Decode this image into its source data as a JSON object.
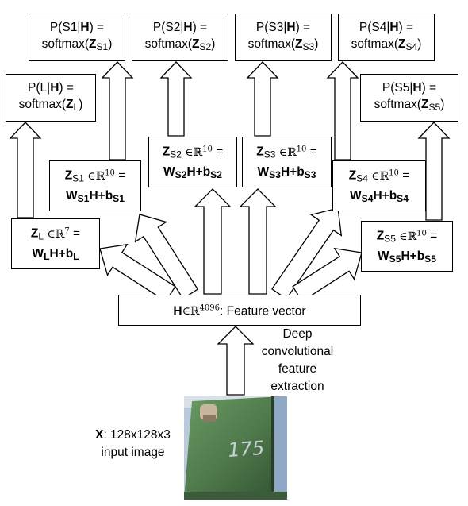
{
  "top_outputs": [
    {
      "var": "S1",
      "z": "Z",
      "sub": "S1"
    },
    {
      "var": "S2",
      "z": "Z",
      "sub": "S2"
    },
    {
      "var": "S3",
      "z": "Z",
      "sub": "S3"
    },
    {
      "var": "S4",
      "z": "Z",
      "sub": "S4"
    }
  ],
  "side_outputs": {
    "L": {
      "var": "L",
      "sub": "L"
    },
    "S5": {
      "var": "S5",
      "sub": "S5"
    }
  },
  "prob_text": {
    "p_open": "P(",
    "bar": "|",
    "h": "H",
    "close": ") =",
    "softmax": "softmax(",
    "paren_close": ")"
  },
  "linear_layers": [
    {
      "id": "zl",
      "sub": "L",
      "dim": "7"
    },
    {
      "id": "zs1",
      "sub": "S1",
      "dim": "10"
    },
    {
      "id": "zs2",
      "sub": "S2",
      "dim": "10"
    },
    {
      "id": "zs3",
      "sub": "S3",
      "dim": "10"
    },
    {
      "id": "zs4",
      "sub": "S4",
      "dim": "10"
    },
    {
      "id": "zs5",
      "sub": "S5",
      "dim": "10"
    }
  ],
  "linear_text": {
    "z": "Z",
    "in": "∈",
    "reals": "ℝ",
    "eq": " =",
    "w": "W",
    "h": "H+b"
  },
  "feature": {
    "h": "H",
    "in": "∈",
    "reals": "ℝ",
    "dim": "4096",
    "text": ": Feature vector"
  },
  "extraction_label": [
    "Deep",
    "convolutional",
    "feature",
    "extraction"
  ],
  "input_label": {
    "x": "X",
    "line1": ": 128x128x3",
    "line2": "input image"
  },
  "photo": {
    "digits": "175",
    "plate_color": "#4f7a4b",
    "frame_color": "#9bb0c8"
  }
}
